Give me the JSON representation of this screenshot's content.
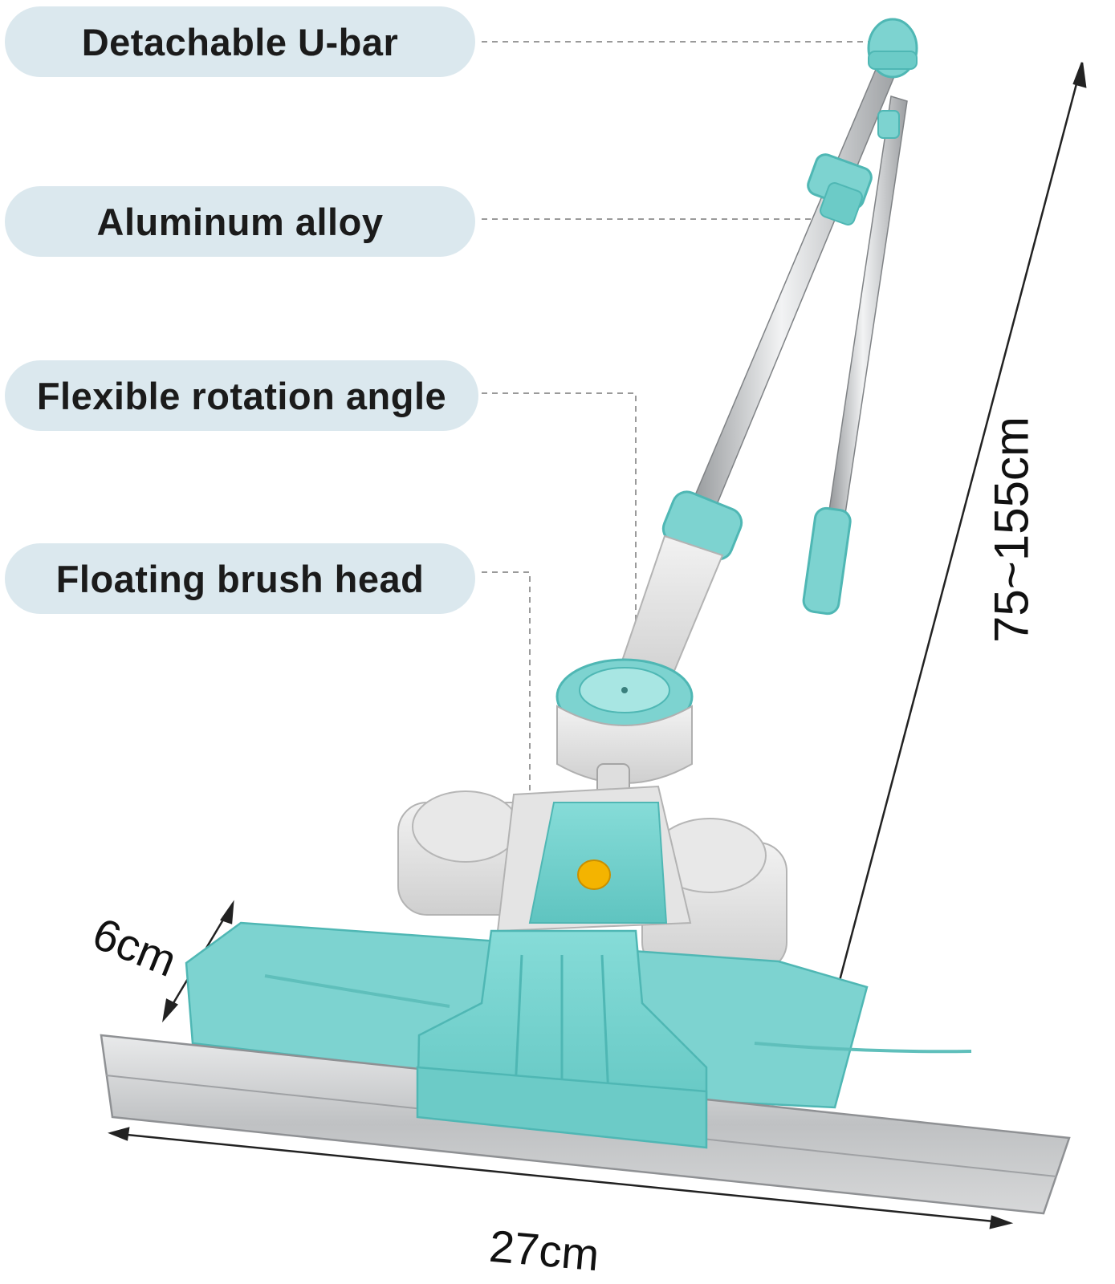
{
  "callouts": [
    "Detachable U-bar",
    "Aluminum alloy",
    "Flexible rotation angle",
    "Floating brush head"
  ],
  "dimensions": {
    "length": "75~155cm",
    "depth": "6cm",
    "width": "27cm"
  },
  "colors": {
    "accent_teal": "#7dd3d0",
    "teal_dark": "#4fb7b4",
    "body_grey": "#e6e6e6",
    "metal": "#c9cbcd",
    "knob_yellow": "#f4b400",
    "pill_bg": "#dbe8ee"
  }
}
